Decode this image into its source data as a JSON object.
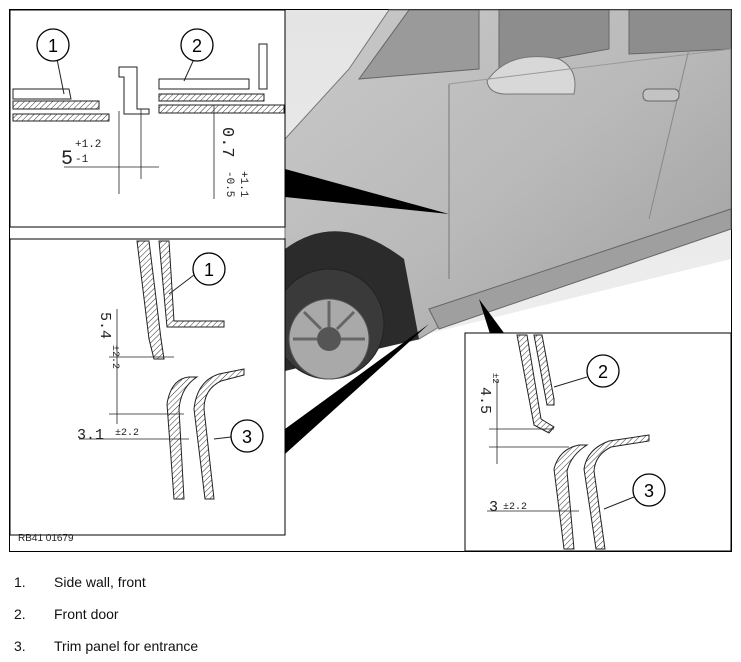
{
  "figure_code": "RB41 01679",
  "callouts": {
    "c1": "1",
    "c2": "2",
    "c3": "3"
  },
  "dims": {
    "top_left_horiz_main": "5",
    "top_left_horiz_tol_plus": "+1.2",
    "top_left_horiz_tol_minus": "-1",
    "top_left_vert_main": "0.7",
    "top_left_vert_tol_plus": "+1.1",
    "top_left_vert_tol_minus": "-0.5",
    "mid_vert": "5.4",
    "mid_vert_tol": "±2.2",
    "mid_horiz": "3.1",
    "mid_horiz_tol": "±2.2",
    "right_vert": "4.5",
    "right_vert_tol": "±2",
    "right_horiz": "3",
    "right_horiz_tol": "±2.2"
  },
  "legend": [
    {
      "num": "1.",
      "label": "Side wall, front"
    },
    {
      "num": "2.",
      "label": "Front door"
    },
    {
      "num": "3.",
      "label": "Trim panel for entrance"
    }
  ]
}
